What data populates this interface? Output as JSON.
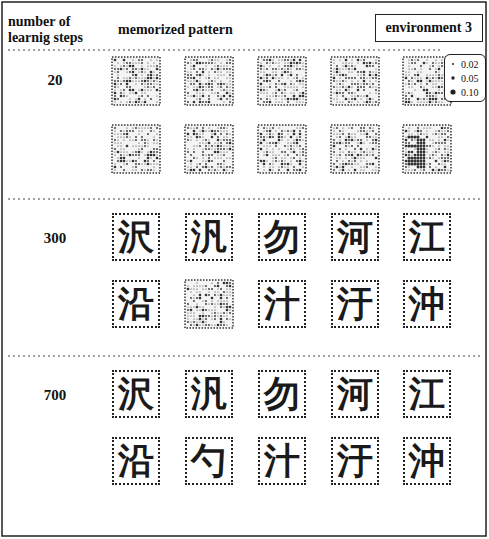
{
  "diagram": {
    "nodes": [
      {
        "text": [
          "environment 3"
        ]
      },
      {
        "text": [
          "沢"
        ]
      },
      {
        "text": [
          "汎"
        ]
      },
      {
        "text": [
          "勿"
        ]
      },
      {
        "text": [
          "河"
        ]
      },
      {
        "text": [
          "江"
        ]
      },
      {
        "text": [
          "沿"
        ]
      },
      {
        "text": [
          "汁"
        ]
      },
      {
        "text": [
          "汙"
        ]
      },
      {
        "text": [
          "沖"
        ]
      },
      {
        "text": [
          "沢"
        ]
      },
      {
        "text": [
          "汎"
        ]
      },
      {
        "text": [
          "勿"
        ]
      },
      {
        "text": [
          "河"
        ]
      },
      {
        "text": [
          "江"
        ]
      },
      {
        "text": [
          "沿"
        ]
      },
      {
        "text": [
          "勺"
        ]
      },
      {
        "text": [
          "汁"
        ]
      },
      {
        "text": [
          "汙"
        ]
      },
      {
        "text": [
          "沖"
        ]
      }
    ],
    "labels": [
      "number of learnig steps",
      "memorized pattern",
      "20",
      "300",
      "700"
    ],
    "legend": [
      {
        "text": "0.02"
      },
      {
        "text": "0.05"
      },
      {
        "text": "0.10"
      }
    ]
  }
}
